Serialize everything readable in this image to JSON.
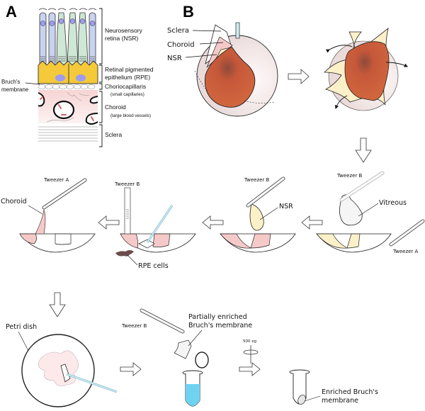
{
  "panels": {
    "a": {
      "letter": "A",
      "layers": {
        "nsr_line1": "Neurosensory",
        "nsr_line2": "retina (NSR)",
        "rpe_line1": "Retinal pigmented",
        "rpe_line2": "epithelium (RPE)",
        "choriocapillaris": "Choriocapillaris",
        "choriocapillaris_sub": "(small capillaries)",
        "choroid": "Choroid",
        "choroid_sub": "(large blood vessels)",
        "sclera": "Sclera"
      },
      "bruchs_line1": "Bruch's",
      "bruchs_line2": "membrane"
    },
    "b": {
      "letter": "B",
      "eye_labels": {
        "sclera": "Sclera",
        "choroid": "Choroid",
        "nsr": "NSR"
      },
      "steps": {
        "vitreous": "Vitreous",
        "tweezer_a": "Tweezer A",
        "tweezer_b": "Tweezer B",
        "nsr": "NSR",
        "rpe_cells": "RPE cells",
        "choroid": "Choroid",
        "petri_dish": "Petri dish",
        "partial_line1": "Partially enriched",
        "partial_line2": "Bruch's membrane",
        "centrifuge": "500 xg",
        "enriched_line1": "Enriched Bruch's",
        "enriched_line2": "membrane"
      }
    }
  },
  "colors": {
    "rpe_yellow": "#f4c93a",
    "nsr_cream": "#fbf0c8",
    "choroid_pink": "#f6c9c9",
    "retina_orange": "#c8572e",
    "eyeball": "#f3e6e6",
    "rod_blue": "#c9d3ef",
    "cone_green": "#cfe8d6",
    "nucleus": "#9d9cf0",
    "pipette_blue": "#cfeef6",
    "liquid_blue": "#6fd3f0",
    "rpe_brown": "#6b4b4b"
  }
}
